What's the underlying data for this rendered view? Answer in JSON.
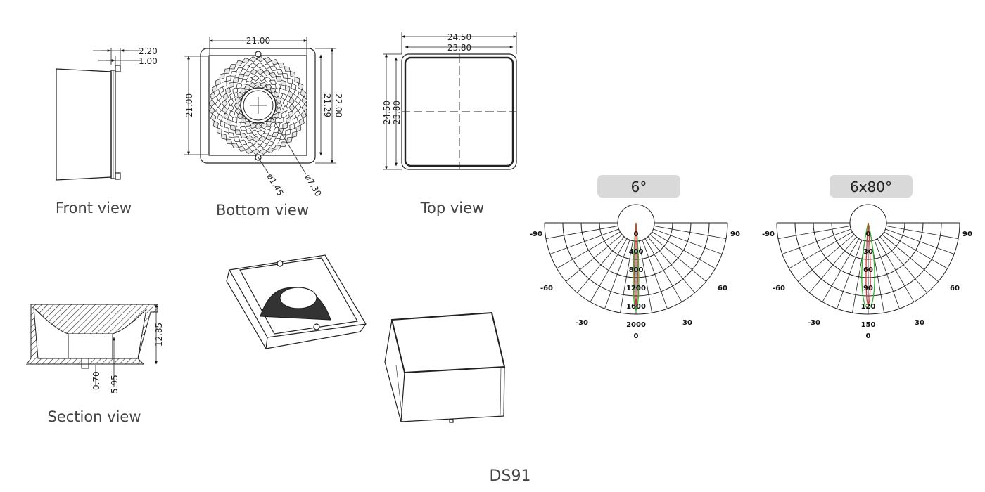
{
  "model": "DS91",
  "views": {
    "front": {
      "caption": "Front view",
      "dims": [
        "2.20",
        "1.00"
      ]
    },
    "bottom": {
      "caption": "Bottom view",
      "dims": [
        "21.00",
        "21.00",
        "21.29",
        "22.00",
        "ø1.45",
        "ø7.30"
      ]
    },
    "top": {
      "caption": "Top view",
      "dims": [
        "24.50",
        "23.80",
        "24.50",
        "23.80"
      ]
    },
    "section": {
      "caption": "Section view",
      "dims": [
        "12.85",
        "0.70",
        "5.95"
      ]
    }
  },
  "polar_charts": [
    {
      "badge": "6°",
      "angle_labels": [
        "-90",
        "90",
        "-60",
        "60",
        "-30",
        "30",
        "0",
        "0"
      ],
      "radial_labels": [
        "0",
        "400",
        "800",
        "1200",
        "1600",
        "2000"
      ]
    },
    {
      "badge": "6x80°",
      "angle_labels": [
        "-90",
        "90",
        "-60",
        "60",
        "-30",
        "30",
        "0",
        "0"
      ],
      "radial_labels": [
        "0",
        "30",
        "60",
        "90",
        "120",
        "150"
      ]
    }
  ],
  "colors": {
    "curve_a": "#2db32d",
    "curve_b": "#d83a3a",
    "badge_bg": "#d9d9d9"
  }
}
